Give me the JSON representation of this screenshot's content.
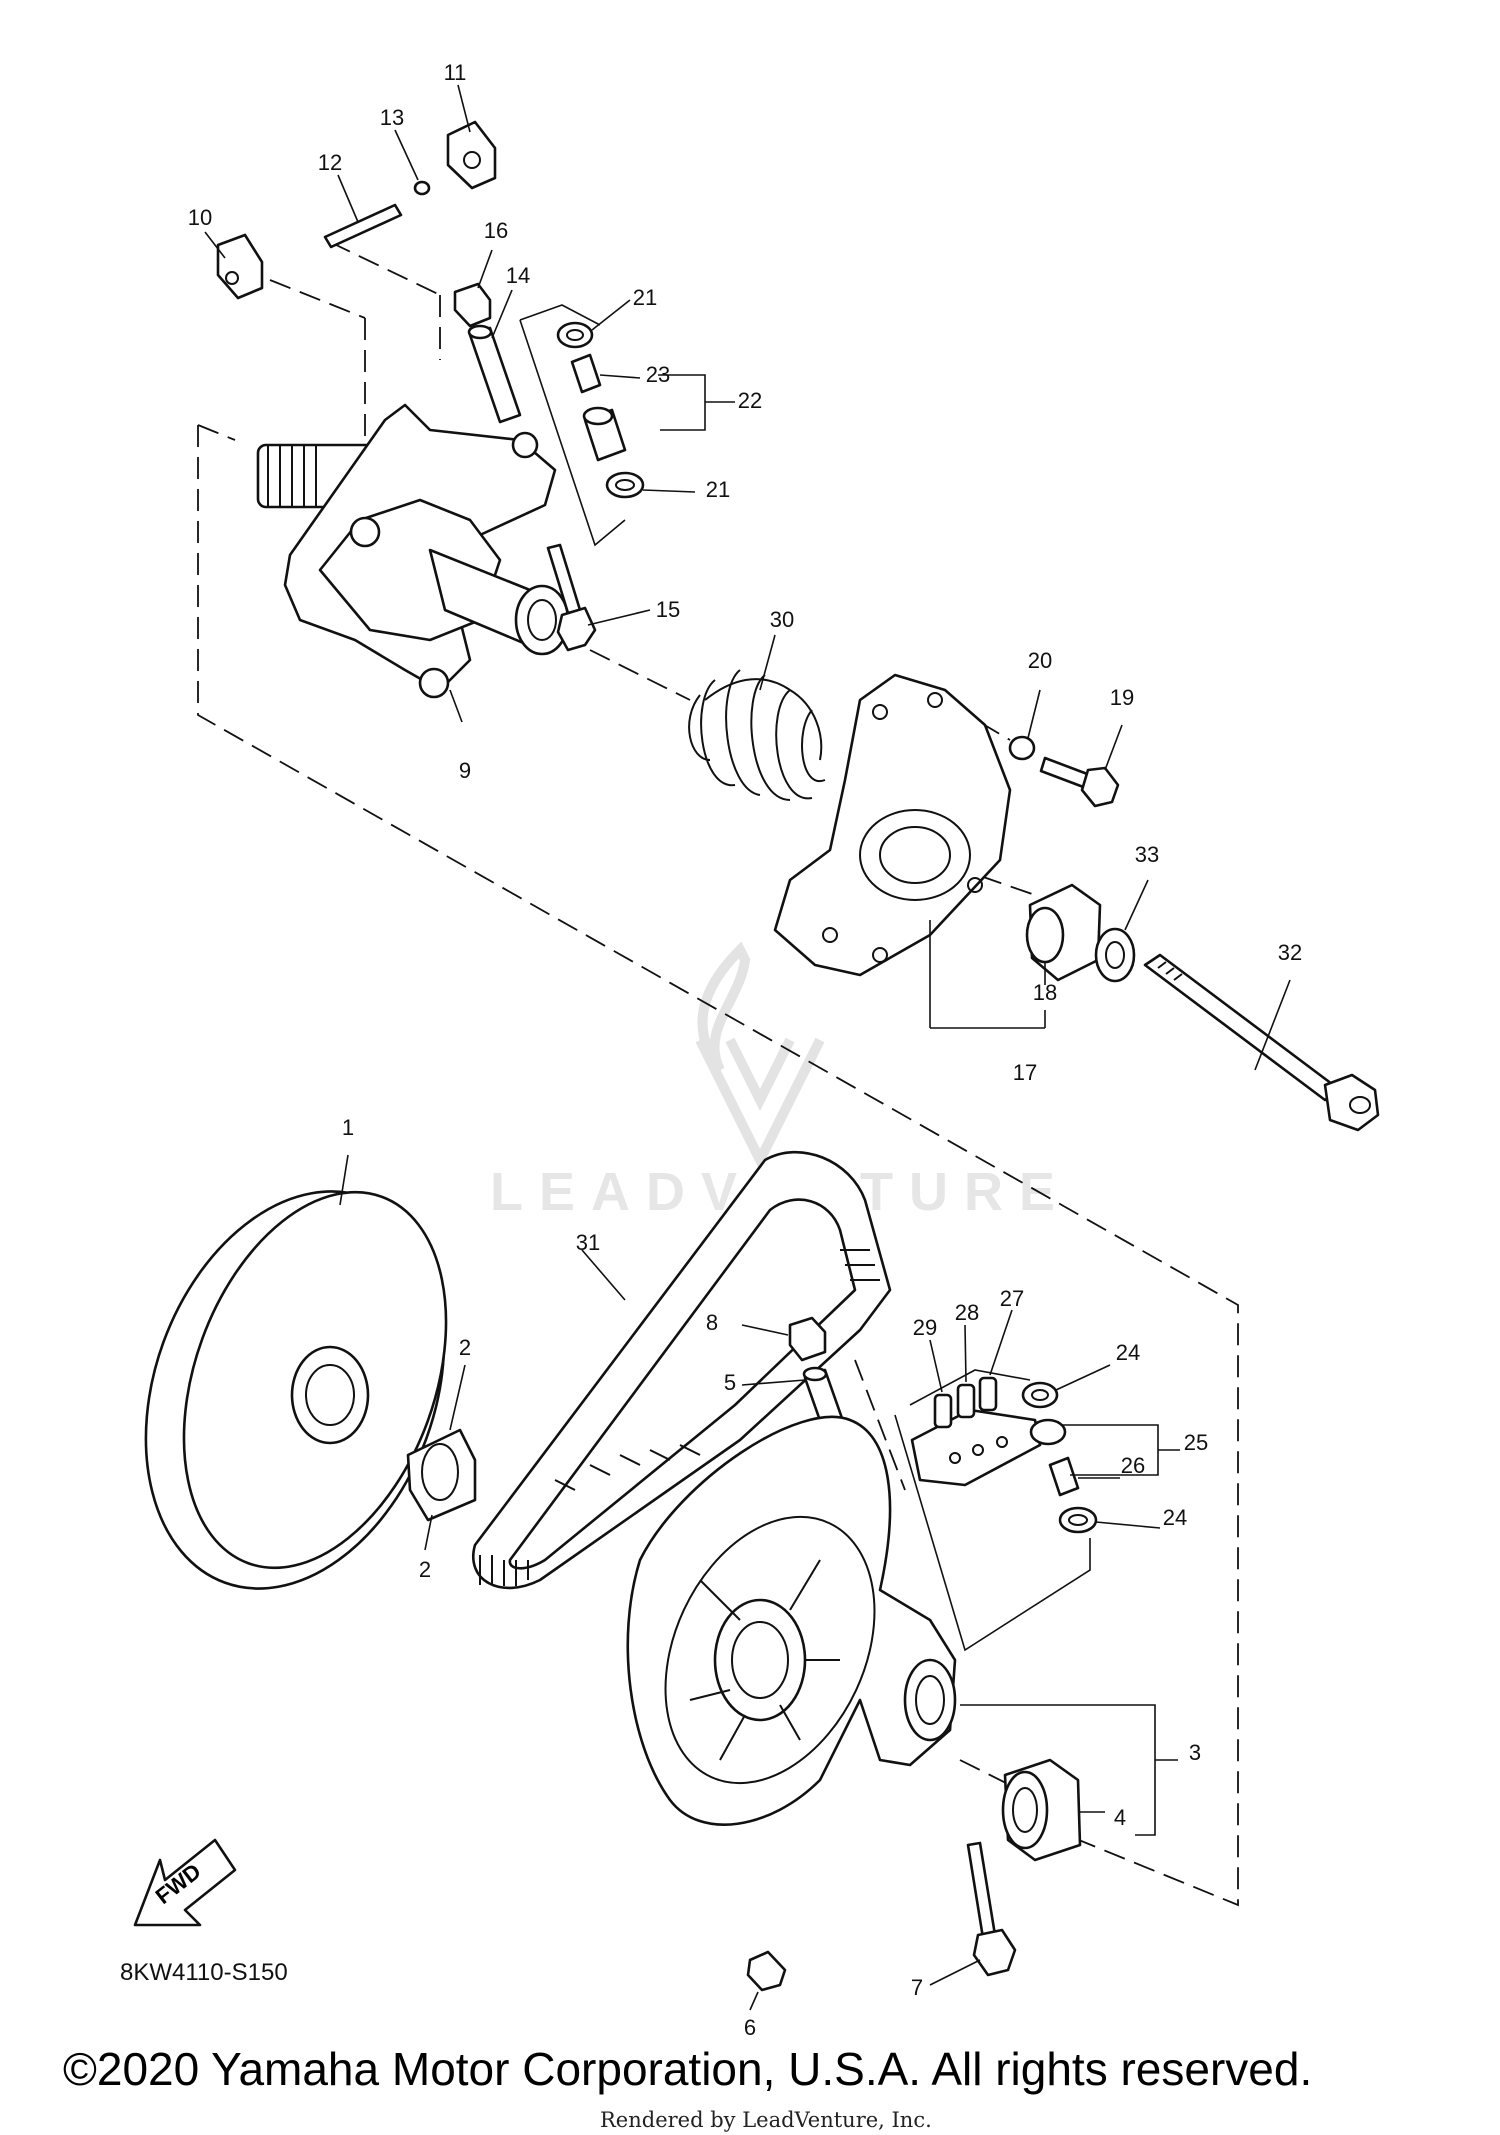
{
  "diagram": {
    "labels": [
      "11",
      "13",
      "12",
      "10",
      "16",
      "14",
      "21",
      "23",
      "22",
      "21",
      "15",
      "30",
      "20",
      "19",
      "9",
      "33",
      "32",
      "18",
      "17",
      "1",
      "31",
      "8",
      "29",
      "28",
      "27",
      "24",
      "5",
      "25",
      "26",
      "24",
      "2",
      "2",
      "3",
      "4",
      "6",
      "7"
    ],
    "watermark_text": "LEADVENTURE",
    "fwd_text": "FWD",
    "part_code": "8KW4110-S150",
    "copyright": "©2020 Yamaha Motor Corporation, U.S.A. All rights reserved.",
    "rendered_by": "Rendered by LeadVenture, Inc."
  }
}
